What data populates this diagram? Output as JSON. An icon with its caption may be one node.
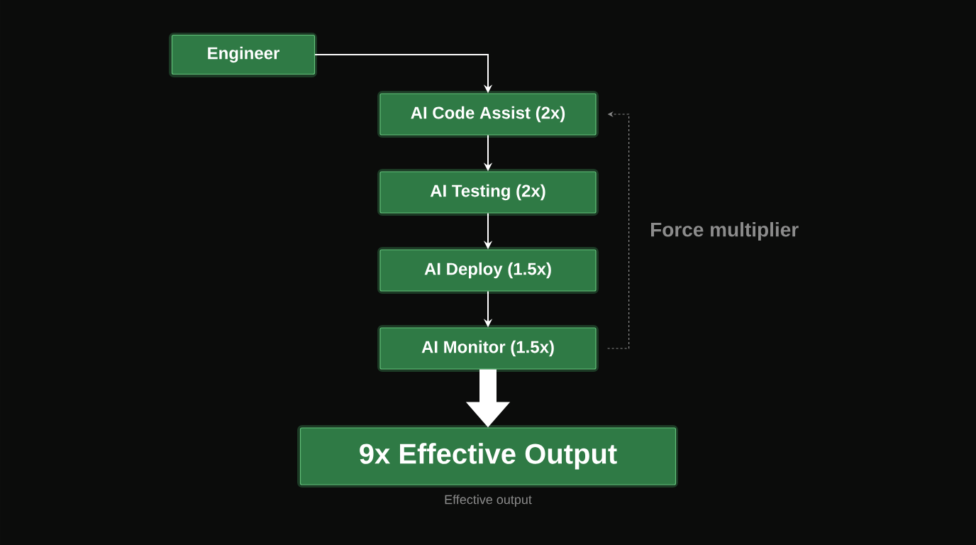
{
  "diagram": {
    "nodes": [
      {
        "text": [
          "Engineer"
        ]
      },
      {
        "text": [
          "AI Code Assist (2x)"
        ]
      },
      {
        "text": [
          "AI Testing (2x)"
        ]
      },
      {
        "text": [
          "AI Deploy (1.5x)"
        ]
      },
      {
        "text": [
          "AI Monitor (1.5x)"
        ]
      },
      {
        "text": [
          "9x Effective Output"
        ],
        "beside": [
          "Effective output"
        ]
      }
    ],
    "edges": [
      {
        "from": 0,
        "to": 1,
        "arrow": "to"
      },
      {
        "from": 1,
        "to": 2,
        "arrow": "to"
      },
      {
        "from": 2,
        "to": 3,
        "arrow": "to"
      },
      {
        "from": 3,
        "to": 4,
        "arrow": "to"
      },
      {
        "from": 4,
        "to": 5,
        "arrow": "to",
        "style": "thick"
      },
      {
        "from": 4,
        "to": 1,
        "arrow": "to",
        "style": "dashed",
        "color": "#8a8a8a",
        "label": "Force multiplier"
      }
    ]
  }
}
